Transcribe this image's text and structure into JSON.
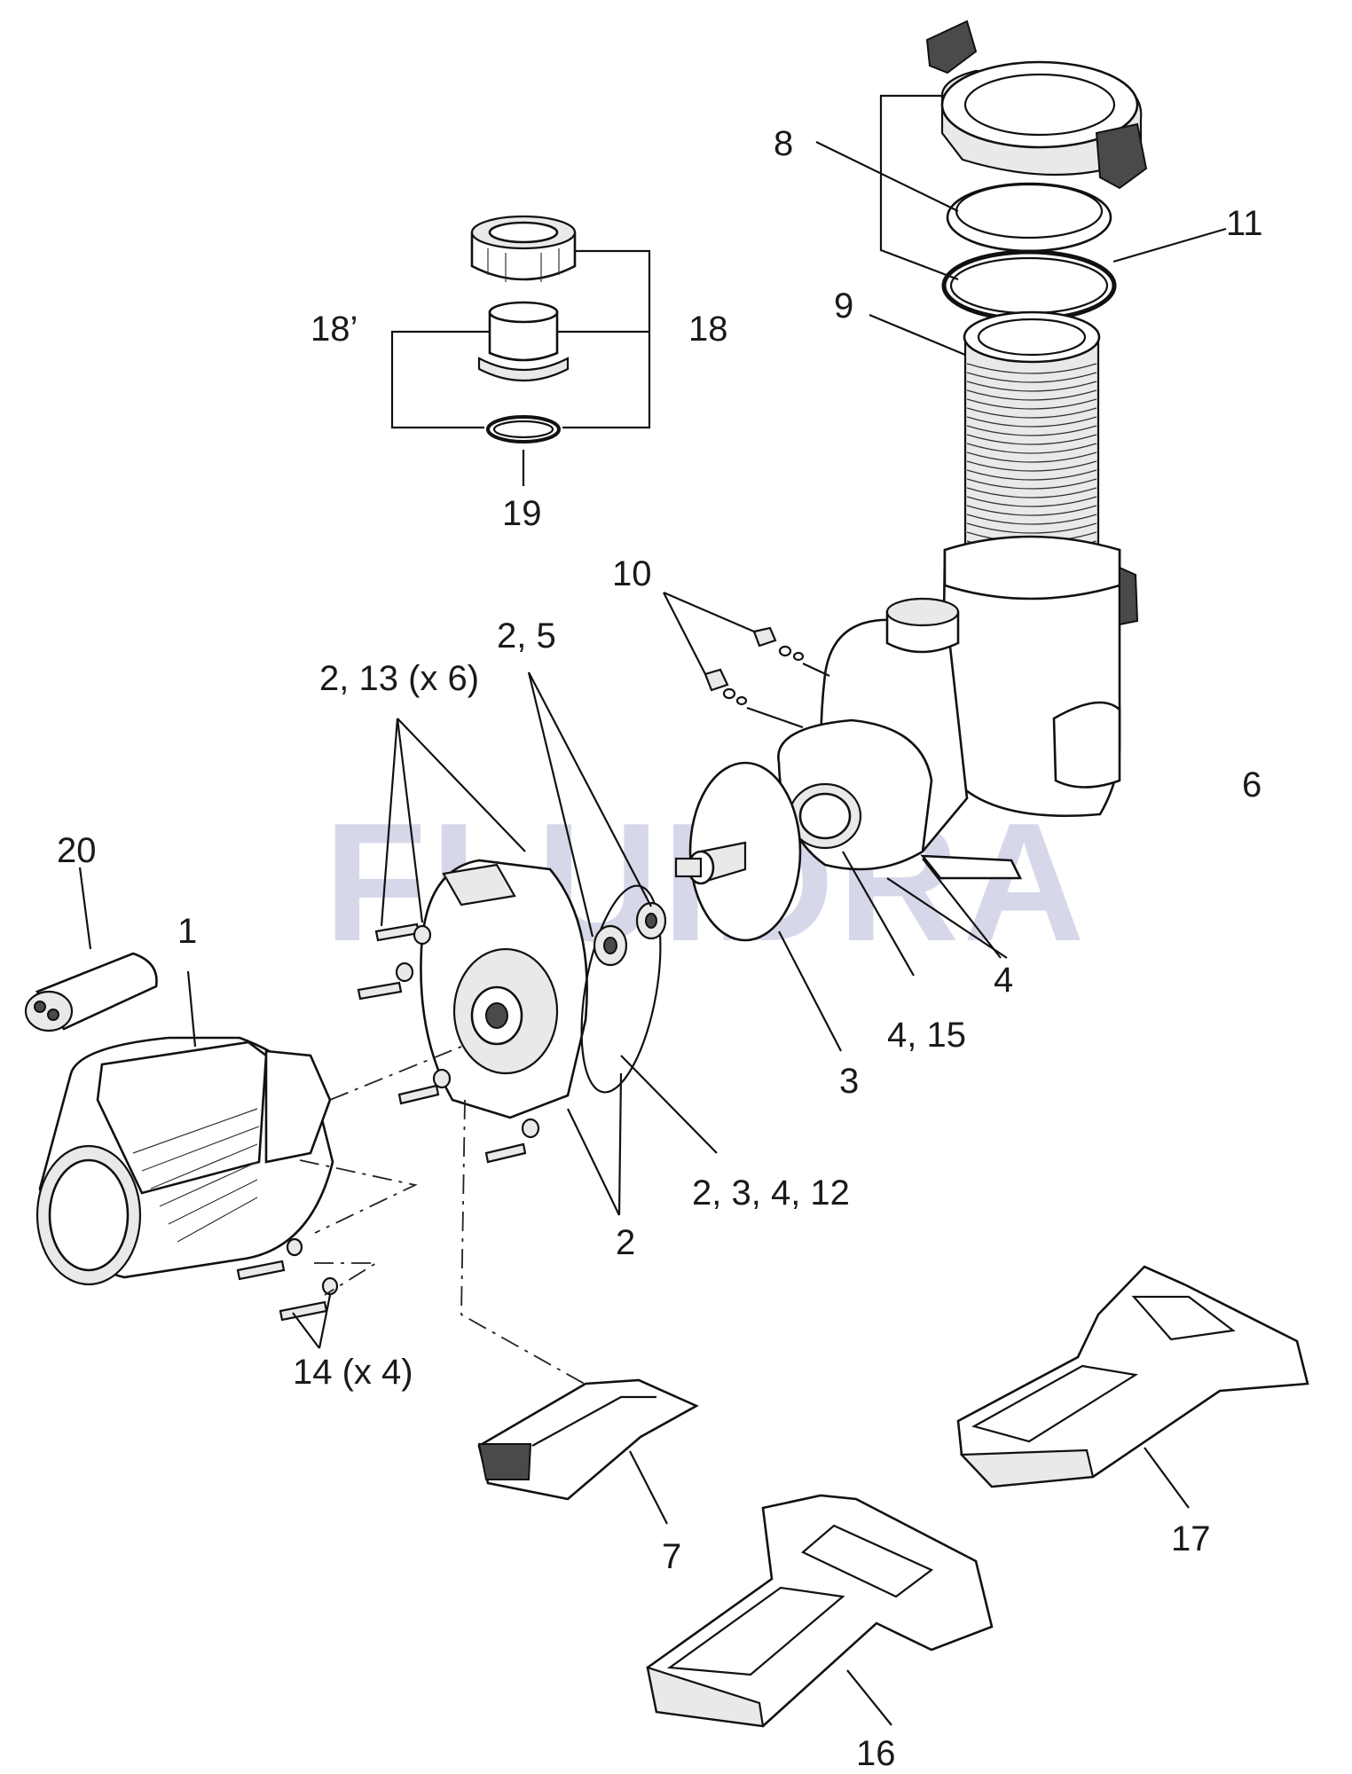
{
  "watermark": "FLUIDRA",
  "callouts": {
    "c1": "1",
    "c2a": "2",
    "c2_3_4_12": "2, 3, 4, 12",
    "c2_5": "2, 5",
    "c2_13": "2, 13 (x 6)",
    "c3": "3",
    "c4": "4",
    "c4_15": "4, 15",
    "c6": "6",
    "c7": "7",
    "c8": "8",
    "c9": "9",
    "c10": "10",
    "c11": "11",
    "c14": "14 (x 4)",
    "c16": "16",
    "c17": "17",
    "c18": "18",
    "c18p": "18’",
    "c19": "19",
    "c20": "20"
  },
  "icons": {
    "motor": "electric-motor-icon",
    "capacitor": "capacitor-icon",
    "seal_plate": "seal-plate-icon",
    "impeller": "impeller-icon",
    "diffuser": "diffuser-icon",
    "pump_body": "pump-body-icon",
    "prefilter_lid": "prefilter-lid-icon",
    "basket": "basket-icon",
    "union": "union-fitting-icon",
    "bases": "pump-base-icon"
  }
}
